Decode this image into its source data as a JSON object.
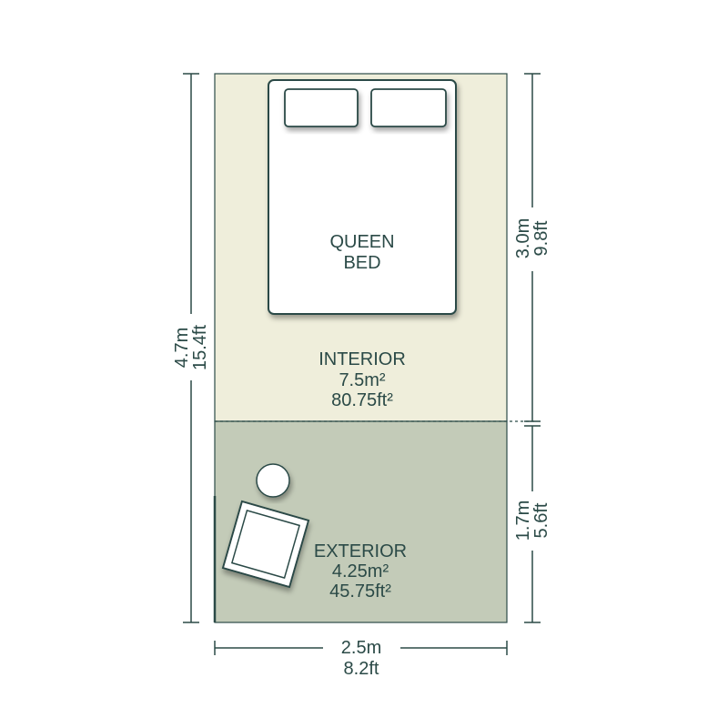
{
  "colors": {
    "ink": "#2b4a47",
    "interior": "#efeedb",
    "exterior": "#c3cbb8",
    "furniture": "#ffffff"
  },
  "bed": {
    "line1": "QUEEN",
    "line2": "BED"
  },
  "interior": {
    "name": "INTERIOR",
    "area_m": "7.5m²",
    "area_ft": "80.75ft²"
  },
  "exterior": {
    "name": "EXTERIOR",
    "area_m": "4.25m²",
    "area_ft": "45.75ft²"
  },
  "dimensions": {
    "total_height": {
      "m": "4.7m",
      "ft": "15.4ft"
    },
    "interior_depth": {
      "m": "3.0m",
      "ft": "9.8ft"
    },
    "exterior_depth": {
      "m": "1.7m",
      "ft": "5.6ft"
    },
    "width": {
      "m": "2.5m",
      "ft": "8.2ft"
    }
  }
}
